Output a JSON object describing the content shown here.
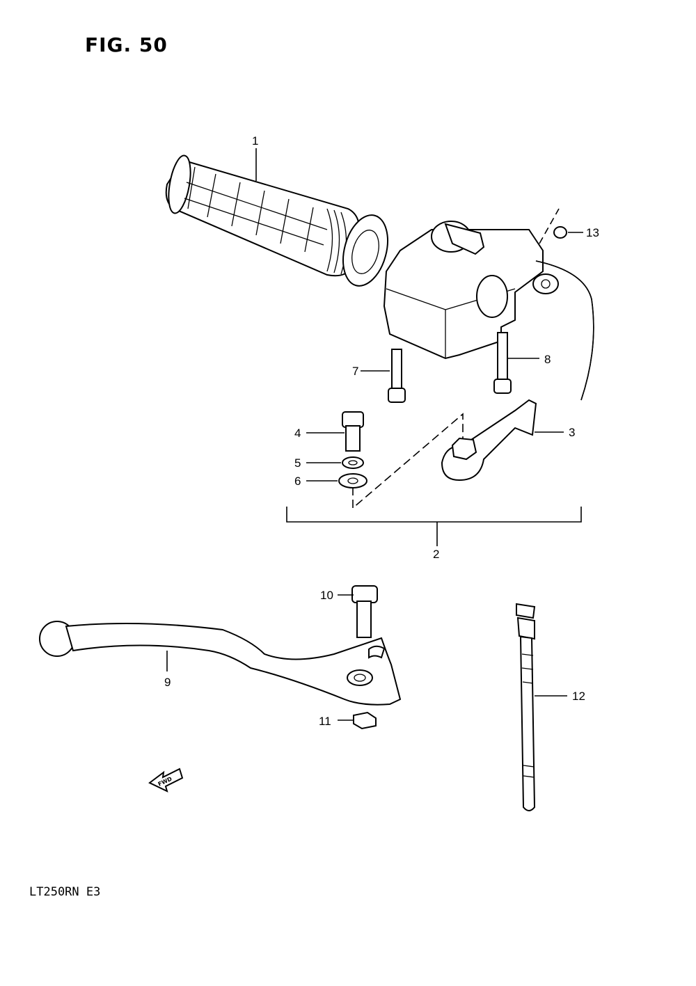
{
  "figure": {
    "title": "FIG. 50",
    "model_code": "LT250RN  E3",
    "fwd_arrow_label": "FWD"
  },
  "callouts": [
    {
      "id": "1",
      "label": "1"
    },
    {
      "id": "2",
      "label": "2"
    },
    {
      "id": "3",
      "label": "3"
    },
    {
      "id": "4",
      "label": "4"
    },
    {
      "id": "5",
      "label": "5"
    },
    {
      "id": "6",
      "label": "6"
    },
    {
      "id": "7",
      "label": "7"
    },
    {
      "id": "8",
      "label": "8"
    },
    {
      "id": "9",
      "label": "9"
    },
    {
      "id": "10",
      "label": "10"
    },
    {
      "id": "11",
      "label": "11"
    },
    {
      "id": "12",
      "label": "12"
    },
    {
      "id": "13",
      "label": "13"
    }
  ]
}
